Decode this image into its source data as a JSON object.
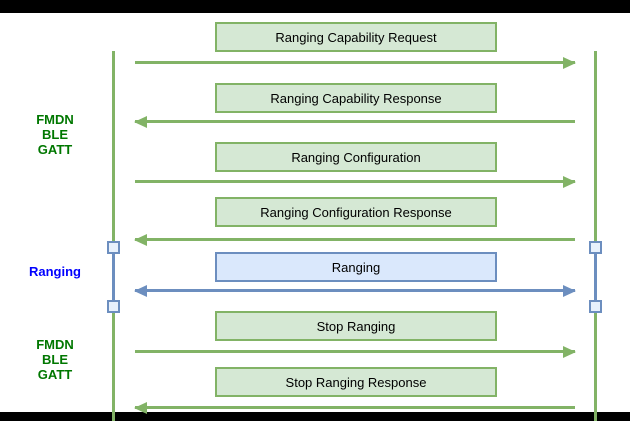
{
  "diagram": {
    "messages": [
      {
        "label": "Ranging Capability Request",
        "direction": "right",
        "style": "green"
      },
      {
        "label": "Ranging Capability Response",
        "direction": "left",
        "style": "green"
      },
      {
        "label": "Ranging Configuration",
        "direction": "right",
        "style": "green"
      },
      {
        "label": "Ranging Configuration Response",
        "direction": "left",
        "style": "green"
      },
      {
        "label": "Ranging",
        "direction": "both",
        "style": "blue"
      },
      {
        "label": "Stop Ranging",
        "direction": "right",
        "style": "green"
      },
      {
        "label": "Stop Ranging Response",
        "direction": "left",
        "style": "green"
      }
    ],
    "section_labels": [
      {
        "lines": [
          "FMDN",
          "BLE",
          "GATT"
        ],
        "color": "#007700"
      },
      {
        "lines": [
          "Ranging"
        ],
        "color": "#0000ff"
      },
      {
        "lines": [
          "FMDN",
          "BLE",
          "GATT"
        ],
        "color": "#007700"
      }
    ],
    "colors": {
      "greenFill": "#d5e8d4",
      "greenStroke": "#82b366",
      "blueFill": "#dae8fc",
      "blueStroke": "#6c8ebf",
      "markerFill": "#e8f1fc",
      "labelGreen": "#007700",
      "labelBlue": "#0000ff",
      "boxText": "#000000",
      "bandColor": "#000000"
    }
  }
}
